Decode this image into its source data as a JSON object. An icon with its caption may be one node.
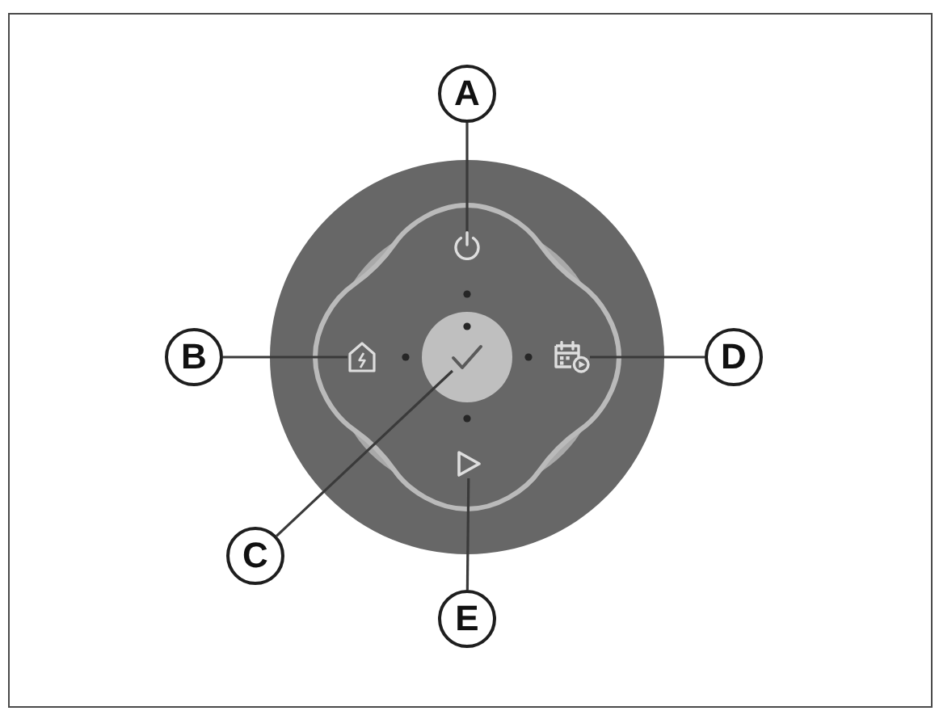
{
  "diagram": {
    "nodes": [
      {
        "text": [
          "A"
        ]
      },
      {
        "text": [
          "B"
        ]
      },
      {
        "text": [
          "C"
        ]
      },
      {
        "text": [
          "D"
        ]
      },
      {
        "text": [
          "E"
        ]
      },
      {
        "text": [],
        "shape": "picture"
      },
      {
        "text": [],
        "shape": "picture"
      },
      {
        "text": [],
        "shape": "picture"
      },
      {
        "text": [],
        "shape": "picture"
      },
      {
        "text": [],
        "shape": "picture"
      }
    ],
    "edges": [
      {
        "from": 0,
        "to": 5,
        "arrow": "none"
      },
      {
        "from": 1,
        "to": 6,
        "arrow": "none"
      },
      {
        "from": 2,
        "to": 7,
        "arrow": "none"
      },
      {
        "from": 3,
        "to": 8,
        "arrow": "none"
      },
      {
        "from": 4,
        "to": 9,
        "arrow": "none"
      }
    ]
  }
}
